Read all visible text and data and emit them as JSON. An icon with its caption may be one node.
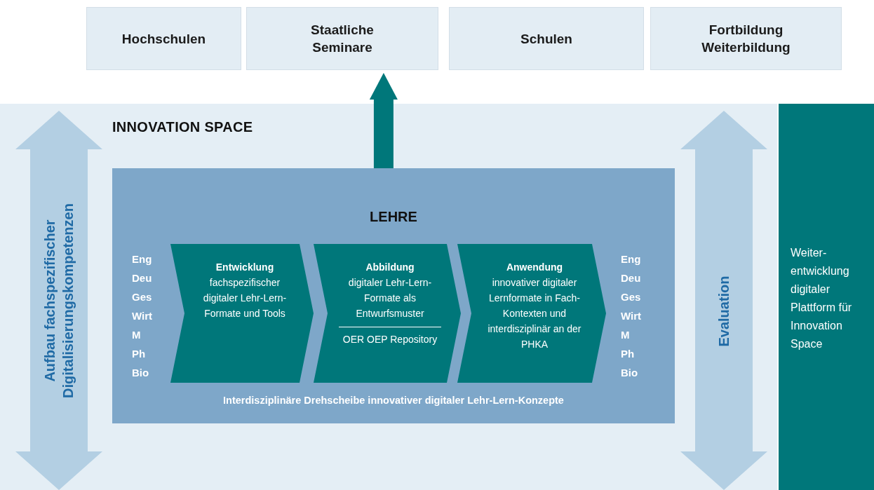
{
  "diagram": {
    "nodes": [
      {
        "text": [
          "Hochschulen"
        ]
      },
      {
        "text": [
          "Staatliche Seminare"
        ]
      },
      {
        "text": [
          "Schulen"
        ]
      },
      {
        "text": [
          "Fortbildung Weiterbildung"
        ]
      },
      {
        "text": [
          "INNOVATION SPACE"
        ]
      },
      {
        "text": [
          "LEHRE",
          "Interdisziplinäre Drehscheibe innovativer digitaler Lehr-Lern-Konzepte"
        ],
        "in": 4
      },
      {
        "text": [
          "Entwicklung",
          "fachspezifischer digitaler Lehr-Lern-Formate und Tools"
        ],
        "in": 5
      },
      {
        "text": [
          "Abbildung",
          "digitaler Lehr-Lern-Formate als Entwurfsmuster",
          "OER OEP Repository"
        ],
        "in": 5
      },
      {
        "text": [
          "Anwendung",
          "innovativer digitaler Lernformate in Fach-Kontexten und interdisziplinär an der PHKA"
        ],
        "in": 5
      },
      {
        "text": [
          "Weiter- entwicklung digitaler Plattform für Innovation Space"
        ]
      }
    ],
    "edges": [
      {
        "from": 5,
        "to": 1,
        "arrow": "to",
        "color": "#00777a"
      }
    ],
    "labels": [
      "Aufbau fachspezifischer Digitalisierungskompetenzen",
      "Eng",
      "Deu",
      "Ges",
      "Wirt",
      "M",
      "Ph",
      "Bio",
      "Eng",
      "Deu",
      "Ges",
      "Wirt",
      "M",
      "Ph",
      "Bio",
      "Evaluation"
    ]
  }
}
